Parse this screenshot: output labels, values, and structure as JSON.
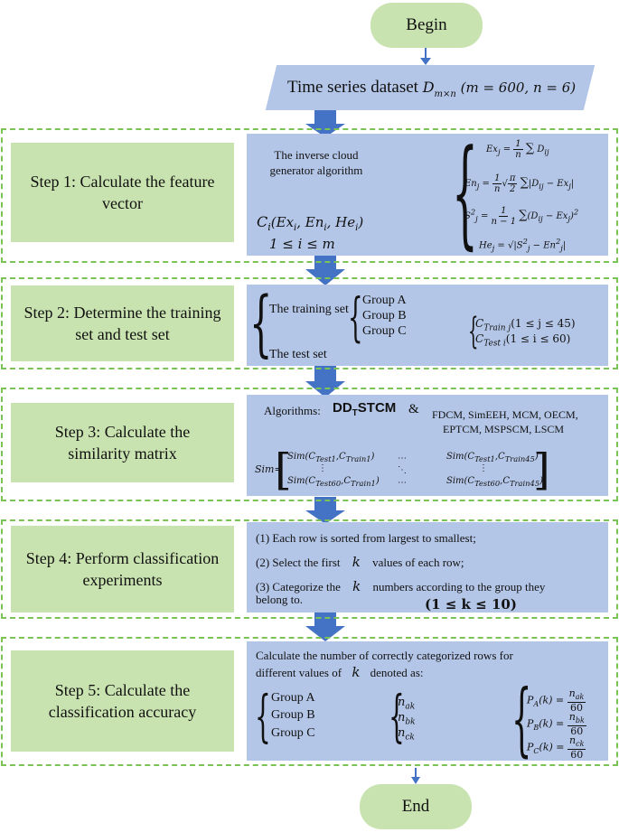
{
  "begin": "Begin",
  "end": "End",
  "dataset": {
    "text": "Time series dataset",
    "formula": "D",
    "sub": "m×n",
    "params": "(m = 600, n = 6)"
  },
  "steps": [
    {
      "label": "Step 1: Calculate the feature vector"
    },
    {
      "label": "Step 2: Determine the training set and test set"
    },
    {
      "label": "Step 3: Calculate the similarity matrix"
    },
    {
      "label": "Step 4: Perform classification experiments"
    },
    {
      "label": "Step 5: Calculate  the classification accuracy"
    }
  ],
  "step1": {
    "algorithm": "The inverse cloud generator algorithm",
    "vector": "C",
    "vector_sub": "i",
    "vector_args": "(Ex",
    "range": "1 ≤ i ≤ m",
    "eq_ex": "Ex",
    "eq_en": "En",
    "eq_s": "S",
    "eq_he": "He"
  },
  "step2": {
    "training": "The training set",
    "test": "The test set",
    "groups": [
      "Group A",
      "Group B",
      "Group C"
    ],
    "ctrain": "C",
    "ctrain_sub": "Train j",
    "ctrain_range": "(1 ≤ j ≤ 45)",
    "ctest": "C",
    "ctest_sub": "Test i",
    "ctest_range": "(1 ≤ i ≤ 60)"
  },
  "step3": {
    "algorithms_label": "Algorithms:",
    "main_algo": "DD",
    "main_algo_sub": "T",
    "main_algo_rest": "STCM",
    "amp": "&",
    "others_line1": "FDCM, SimEEH, MCM, OECM,",
    "others_line2": "EPTCM, MSPSCM, LSCM",
    "sim": "Sim",
    "m11": "Sim(C",
    "m11_a": "Test1",
    "m11_b": "Train1",
    "m1n_a": "Test1",
    "m1n_b": "Train45",
    "mn1_a": "Test60",
    "mn1_b": "Train1",
    "mnn_a": "Test60",
    "mnn_b": "Train45"
  },
  "step4": {
    "line1": "(1) Each row  is sorted from largest to smallest;",
    "line2a": "(2) Select the first",
    "line2k": "k",
    "line2b": "values of each row;",
    "line3a": "(3) Categorize the",
    "line3k": "k",
    "line3b": "numbers according to the group they",
    "line4": "belong to.",
    "range": "(1 ≤ k ≤ 10)"
  },
  "step5": {
    "line1": "Calculate the number of correctly categorized rows for",
    "line2a": "different values of",
    "line2k": "k",
    "line2b": "denoted as:",
    "groups": [
      "Group A",
      "Group B",
      "Group C"
    ],
    "n_labels": [
      "n",
      "n",
      "n"
    ],
    "n_subs": [
      "ak",
      "bk",
      "ck"
    ],
    "p_labels": [
      "P",
      "P",
      "P"
    ],
    "p_subs": [
      "A",
      "B",
      "C"
    ],
    "p_arg": "(k) =",
    "denominator": "60"
  },
  "colors": {
    "green": "#c9e3b0",
    "blue_box": "#b4c6e7",
    "arrow": "#4472c4",
    "dash": "#7cc356"
  }
}
